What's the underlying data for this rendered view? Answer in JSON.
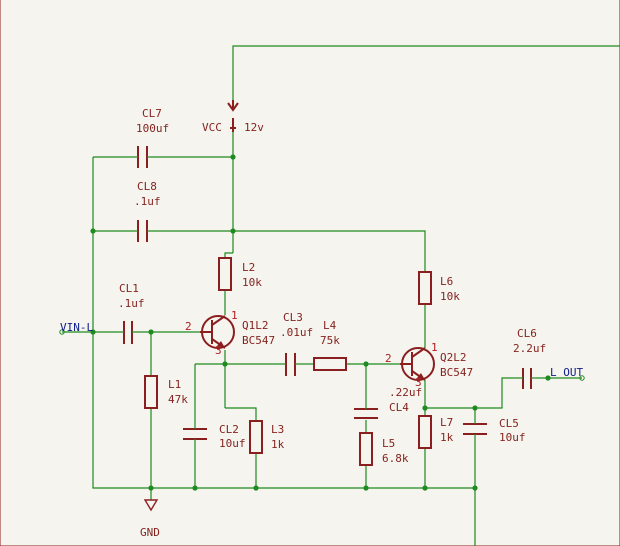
{
  "components": {
    "cl7": {
      "ref": "CL7",
      "value": "100uf"
    },
    "cl8": {
      "ref": "CL8",
      "value": ".1uf"
    },
    "cl1": {
      "ref": "CL1",
      "value": ".1uf"
    },
    "cl2": {
      "ref": "CL2",
      "value": "10uf"
    },
    "cl3": {
      "ref": "CL3",
      "value": ".01uf"
    },
    "cl4": {
      "ref": "CL4",
      "value": ".22uf"
    },
    "cl5": {
      "ref": "CL5",
      "value": "10uf"
    },
    "cl6": {
      "ref": "CL6",
      "value": "2.2uf"
    },
    "l1": {
      "ref": "L1",
      "value": "47k"
    },
    "l2": {
      "ref": "L2",
      "value": "10k"
    },
    "l3": {
      "ref": "L3",
      "value": "1k"
    },
    "l4": {
      "ref": "L4",
      "value": "75k"
    },
    "l5": {
      "ref": "L5",
      "value": "6.8k"
    },
    "l6": {
      "ref": "L6",
      "value": "10k"
    },
    "l7": {
      "ref": "L7",
      "value": "1k"
    },
    "q1": {
      "ref": "Q1L2",
      "value": "BC547"
    },
    "q2": {
      "ref": "Q2L2",
      "value": "BC547"
    }
  },
  "power": {
    "vcc_label": "VCC",
    "vcc_value": "12v",
    "gnd_label": "GND"
  },
  "nets": {
    "input": "VIN-L",
    "output": "L OUT"
  },
  "pins": {
    "base": "2",
    "emitter": "3",
    "collector": "1"
  },
  "colors": {
    "wire": "#1f8a1f",
    "component": "#8b1e1e",
    "background": "#f5f4ef",
    "net_label": "#10208a"
  }
}
